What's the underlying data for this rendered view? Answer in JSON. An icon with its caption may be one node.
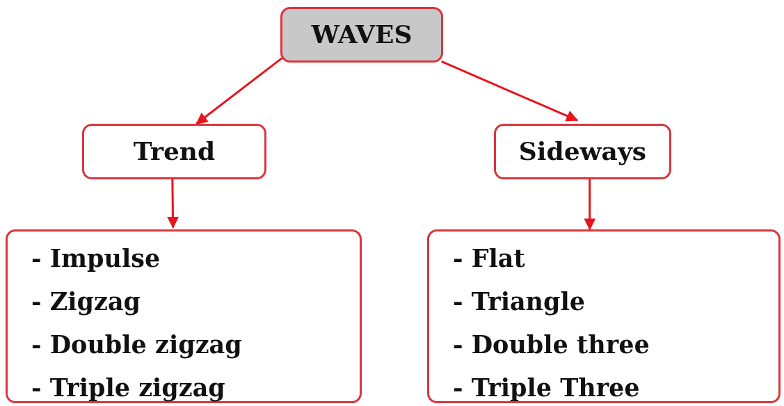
{
  "diagram": {
    "nodes": [
      {
        "text": [
          "WAVES"
        ]
      },
      {
        "text": [
          "Trend"
        ]
      },
      {
        "text": [
          "Sideways"
        ]
      },
      {
        "text": [
          "- Impulse",
          "- Zigzag",
          "- Double zigzag",
          "- Triple zigzag"
        ]
      },
      {
        "text": [
          "- Flat",
          "- Triangle",
          "- Double three",
          "- Triple Three"
        ]
      }
    ],
    "edges": [
      {
        "from": 0,
        "to": 1,
        "arrow": "to"
      },
      {
        "from": 0,
        "to": 2,
        "arrow": "to"
      },
      {
        "from": 1,
        "to": 3,
        "arrow": "to"
      },
      {
        "from": 2,
        "to": 4,
        "arrow": "to"
      }
    ]
  }
}
